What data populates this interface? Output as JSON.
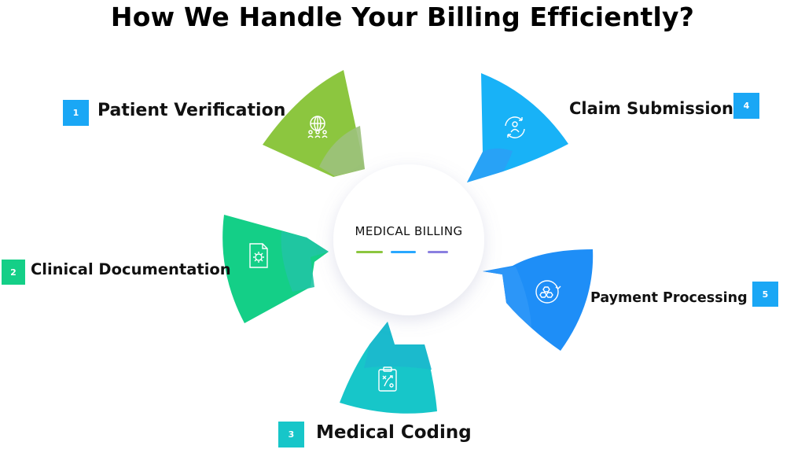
{
  "title": "How We Handle Your Billing Efficiently?",
  "center": {
    "label": "MEDICAL BILLING",
    "dash_colors": [
      "#8cc63f",
      "#29a8ff",
      "#8a7fe0"
    ]
  },
  "steps": [
    {
      "number": "1",
      "label": "Patient Verification",
      "color": "#8cc63f",
      "badge_color": "#1aa7f5",
      "icon": "globe-people-icon"
    },
    {
      "number": "2",
      "label": "Clinical Documentation",
      "color": "#14cf87",
      "badge_color": "#14cf87",
      "icon": "document-gear-icon"
    },
    {
      "number": "3",
      "label": "Medical Coding",
      "color": "#17c6c9",
      "badge_color": "#17c6c9",
      "icon": "clipboard-strategy-icon"
    },
    {
      "number": "4",
      "label": "Claim Submission",
      "color": "#18b2f7",
      "badge_color": "#1aa7f5",
      "icon": "user-refresh-icon"
    },
    {
      "number": "5",
      "label": "Payment Processing",
      "color": "#1e8ef7",
      "badge_color": "#1aa7f5",
      "icon": "hexagon-cycle-icon"
    }
  ]
}
